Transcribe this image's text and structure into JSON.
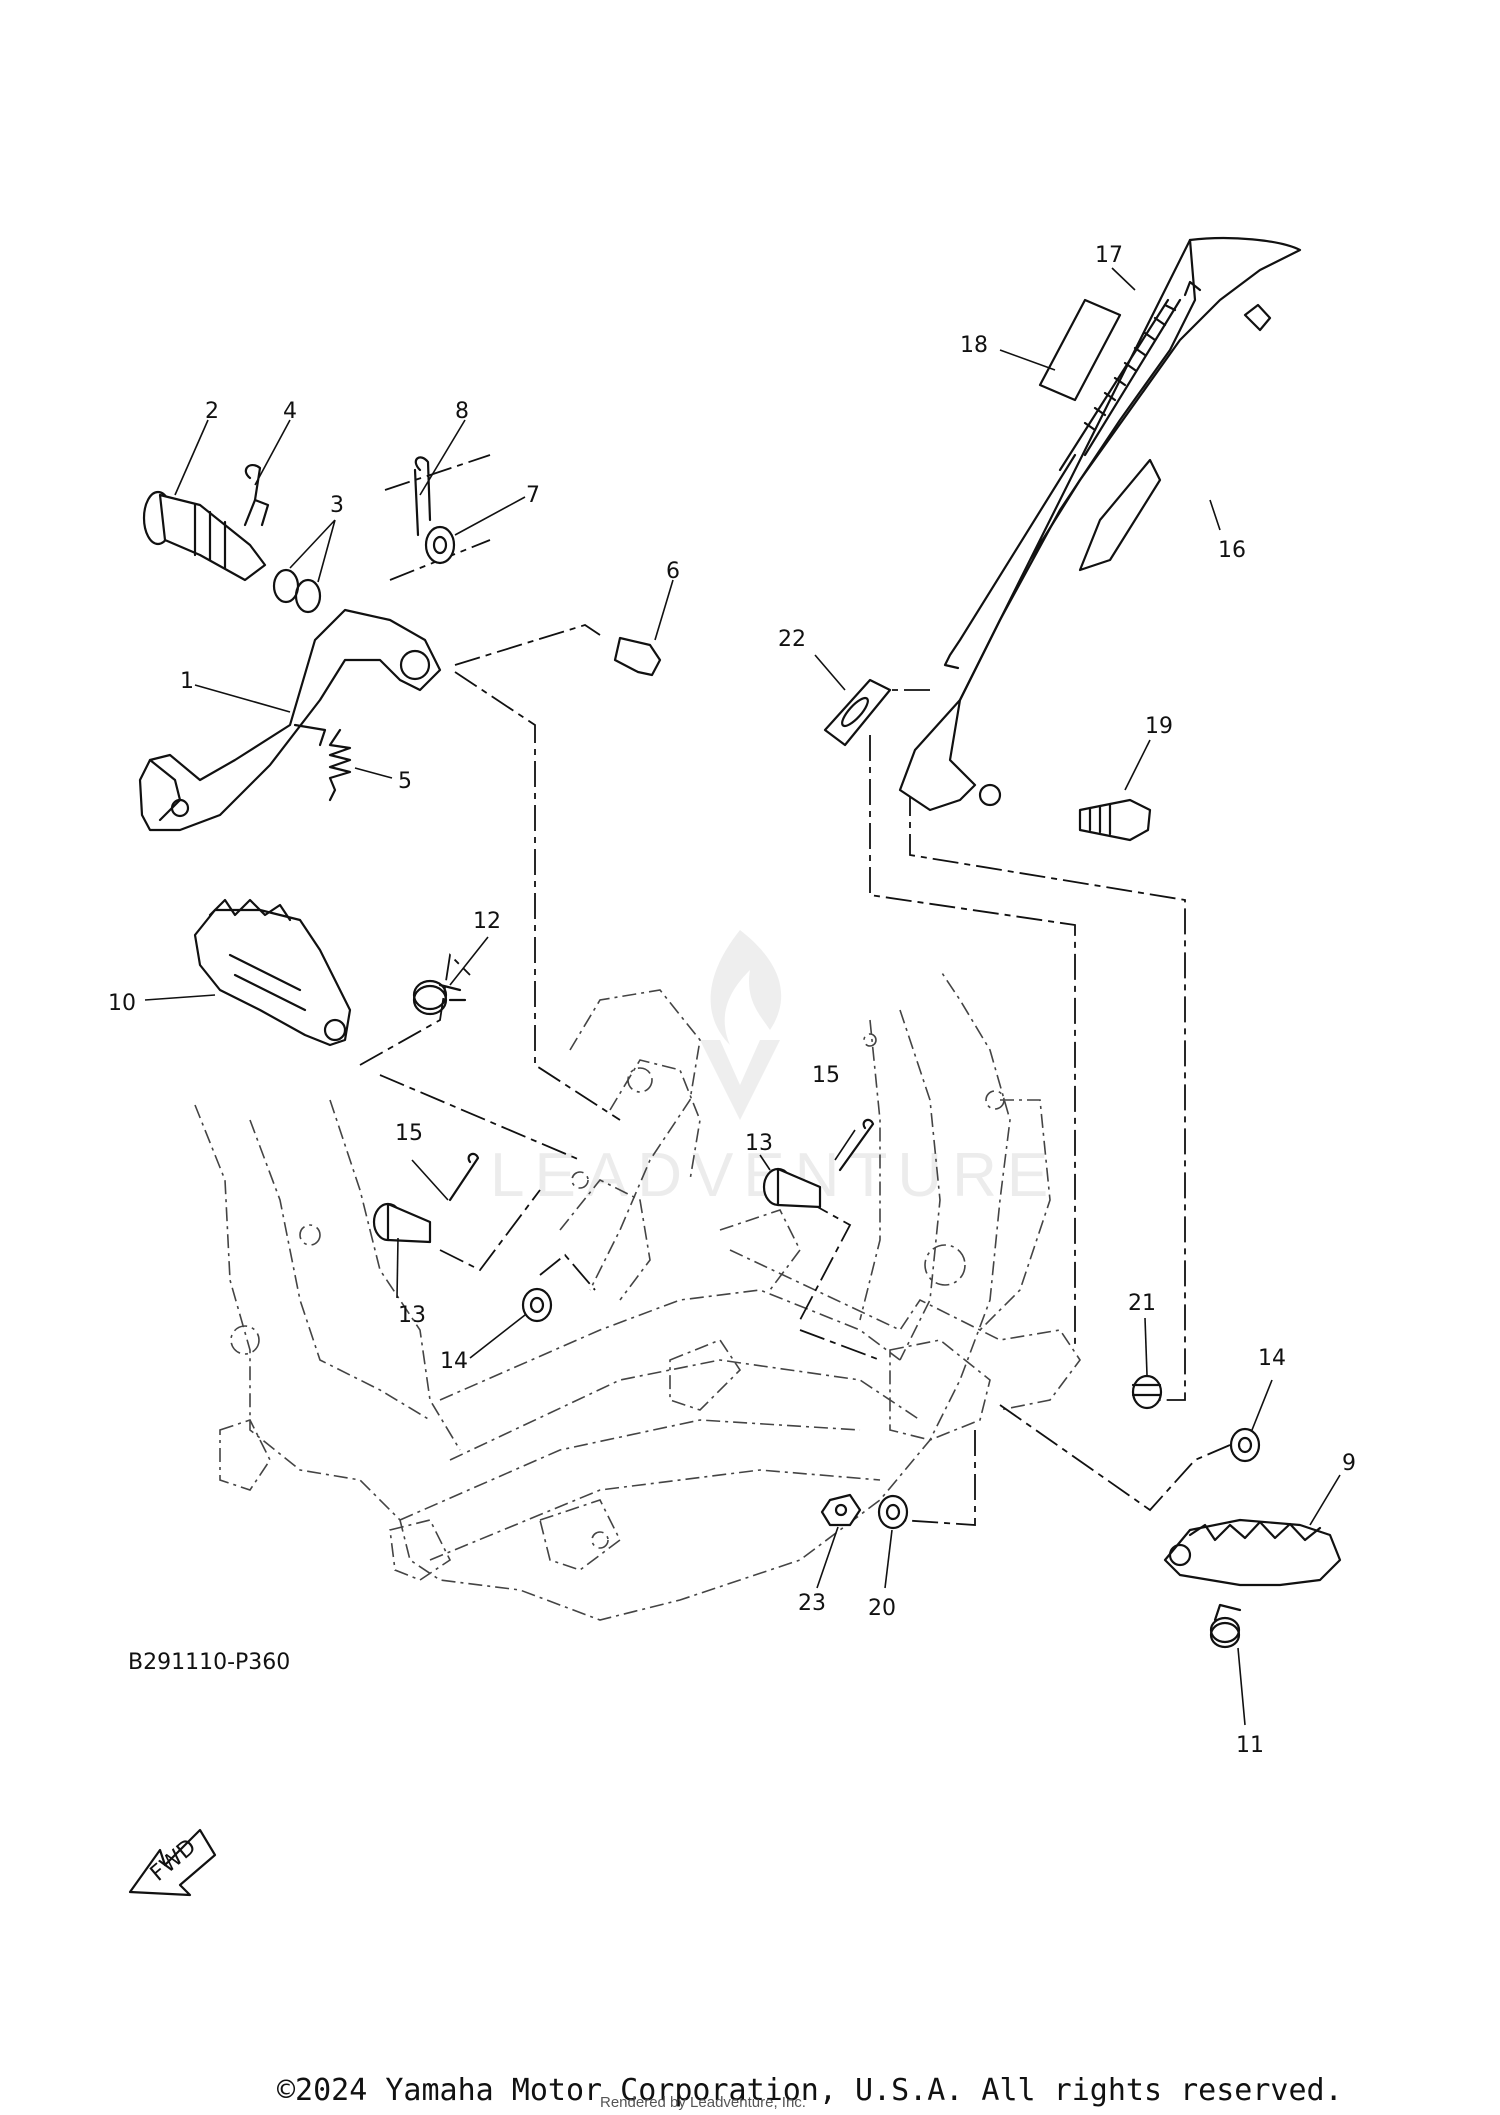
{
  "diagram": {
    "code": "B291110-P360",
    "fwd_label": "FWD",
    "callouts": [
      "1",
      "2",
      "3",
      "4",
      "5",
      "6",
      "7",
      "8",
      "9",
      "10",
      "11",
      "12",
      "13",
      "13",
      "14",
      "14",
      "15",
      "15",
      "16",
      "17",
      "18",
      "19",
      "20",
      "21",
      "22",
      "23"
    ]
  },
  "footer": {
    "copyright": "©2024 Yamaha Motor Corporation, U.S.A. All rights reserved.",
    "rendered_by": "Rendered by Leadventure, Inc."
  },
  "watermark": {
    "text": "LEADVENTURE"
  },
  "icons": {
    "fwd": "fwd-arrow-icon",
    "watermark": "flame-logo-icon"
  },
  "colors": {
    "ink": "#111111",
    "watermark": "#b4b4b4"
  }
}
